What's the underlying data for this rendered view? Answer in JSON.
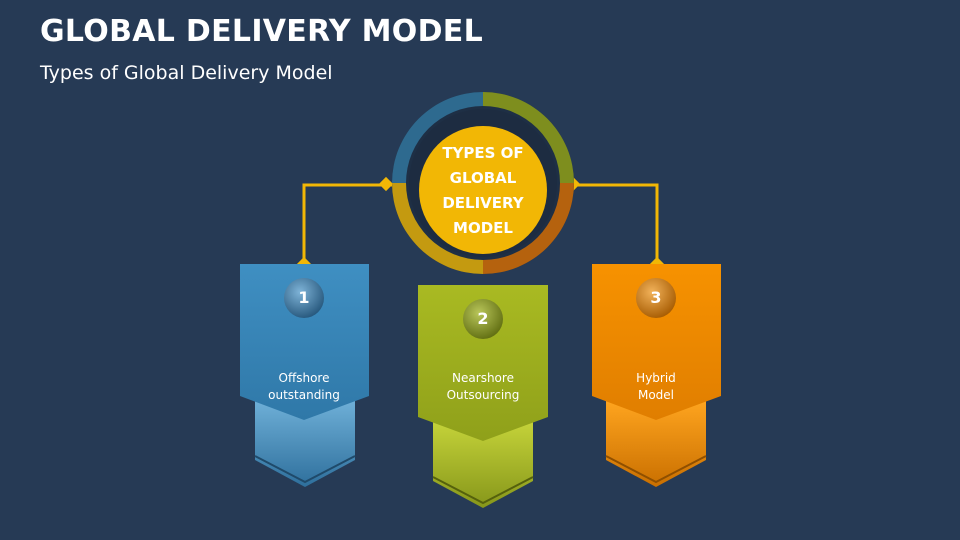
{
  "header": {
    "title": "GLOBAL DELIVERY MODEL",
    "subtitle": "Types of Global Delivery Model"
  },
  "hub": {
    "lines": [
      "TYPES OF",
      "GLOBAL",
      "DELIVERY",
      "MODEL"
    ]
  },
  "cards": [
    {
      "number": "1",
      "label_line1": "Offshore",
      "label_line2": "outstanding",
      "color": "#3c8dbc"
    },
    {
      "number": "2",
      "label_line1": "Nearshore",
      "label_line2": "Outsourcing",
      "color": "#a5b520"
    },
    {
      "number": "3",
      "label_line1": "Hybrid",
      "label_line2": "Model",
      "color": "#f28c00"
    }
  ],
  "colors": {
    "background": "#263a55",
    "connector": "#f2b705",
    "ring_blue": "#2e6a8f",
    "ring_olive": "#7e8e1e",
    "ring_orange": "#b5620e",
    "ring_gold": "#c49a10",
    "hub_fill": "#f2b705"
  }
}
